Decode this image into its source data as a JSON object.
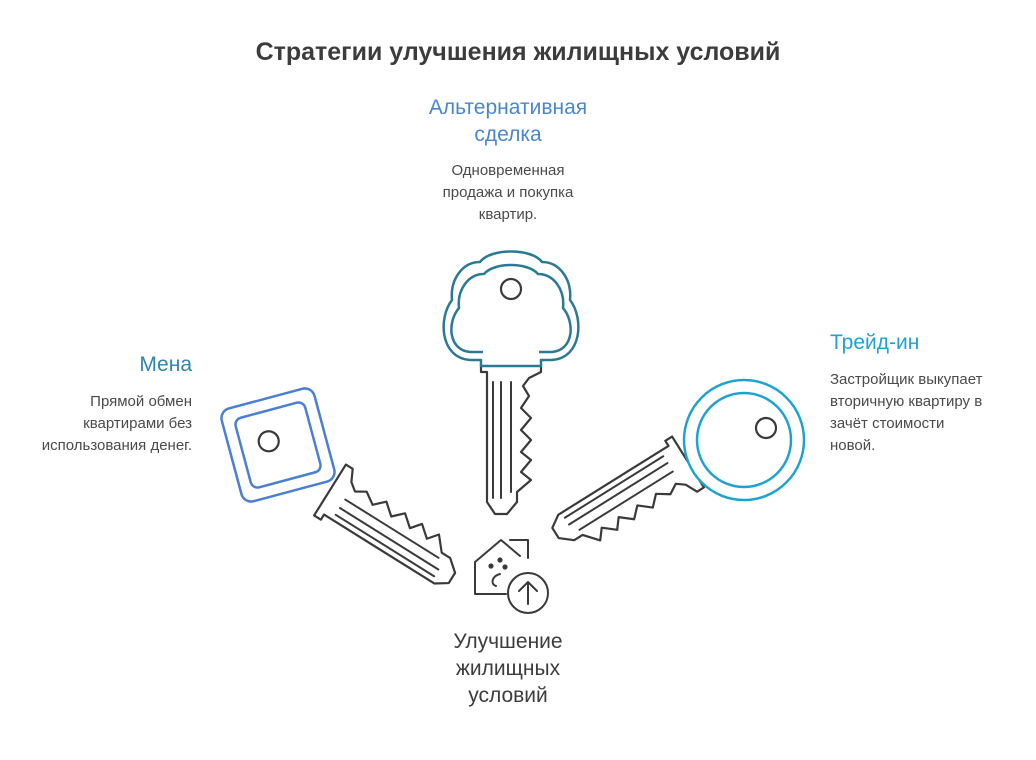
{
  "title": "Стратегии улучшения жилищных условий",
  "center": {
    "label": "Улучшение\nжилищных\nусловий",
    "icon": "house-upgrade-icon"
  },
  "strategies": [
    {
      "heading": "Альтернативная\nсделка",
      "description": "Одновременная\nпродажа и покупка\nквартир.",
      "color": "#4a86d0",
      "key_color": "#2a7a93",
      "icon": "key-icon"
    },
    {
      "heading": "Мена",
      "description": "Прямой обмен\nквартирами без\nиспользования денег.",
      "color": "#2e86a8",
      "key_color": "#4a7fd3",
      "icon": "key-icon"
    },
    {
      "heading": "Трейд-ин",
      "description": "Застройщик выкупает\nвторичную квартиру в\nзачёт стоимости\nновой.",
      "color": "#1ea3cf",
      "key_color": "#1ea3cf",
      "icon": "key-icon"
    }
  ]
}
